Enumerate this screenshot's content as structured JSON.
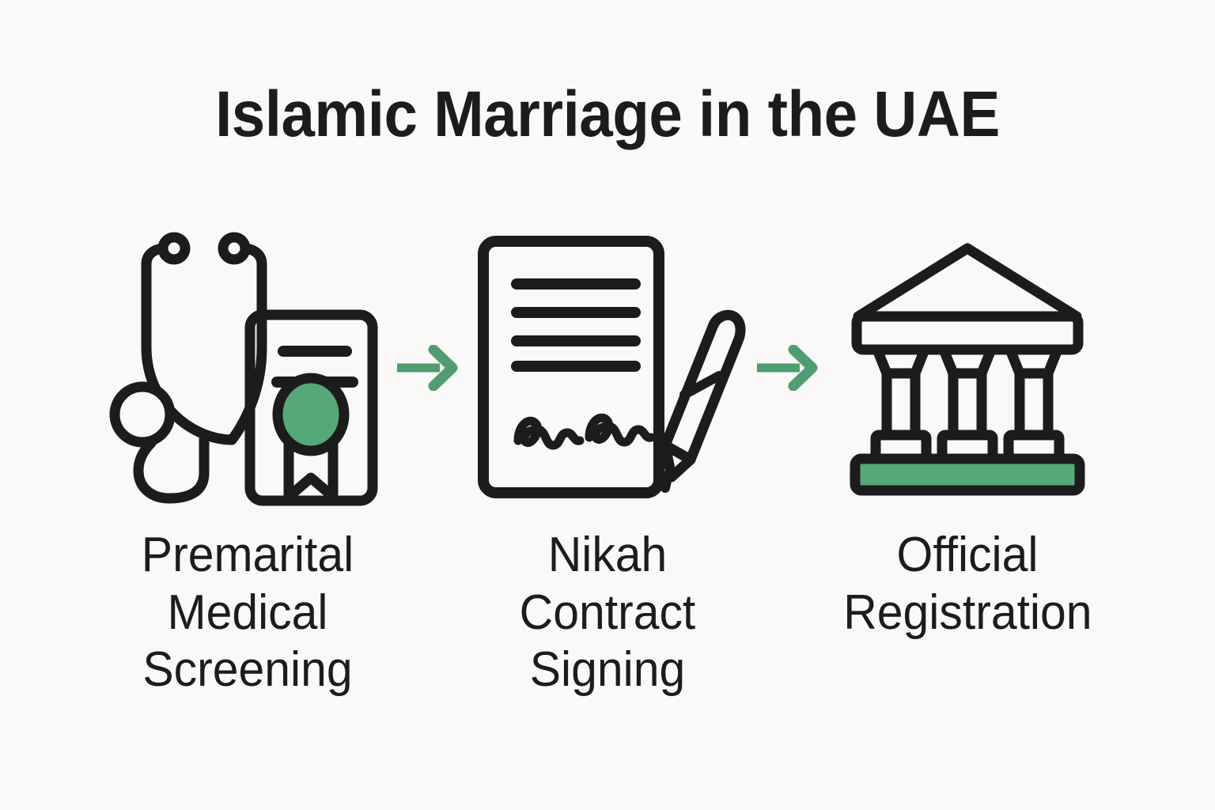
{
  "page": {
    "title": "Islamic Marriage in the UAE",
    "background_color": "#faf9f7",
    "ink_color": "#1c1c1c",
    "accent_color": "#55a878"
  },
  "flow": {
    "arrow_1": {
      "icon": "arrow-right-icon",
      "color": "#55a878"
    },
    "arrow_2": {
      "icon": "arrow-right-icon",
      "color": "#55a878"
    },
    "steps": [
      {
        "index": "1",
        "icon": "stethoscope-certificate-icon",
        "label_lines": [
          "Premarital",
          "Medical",
          "Screening"
        ],
        "label": "Premarital Medical Screening",
        "seal_color": "#55a878"
      },
      {
        "index": "2",
        "icon": "signed-contract-pen-icon",
        "label_lines": [
          "Nikah",
          "Contract",
          "Signing"
        ],
        "label": "Nikah Contract Signing",
        "document_lines": 4,
        "signatures": 2
      },
      {
        "index": "3",
        "icon": "government-building-icon",
        "label_lines": [
          "Official",
          "Registration"
        ],
        "label": "Official Registration",
        "columns": 3,
        "base_color": "#55a878"
      }
    ]
  }
}
